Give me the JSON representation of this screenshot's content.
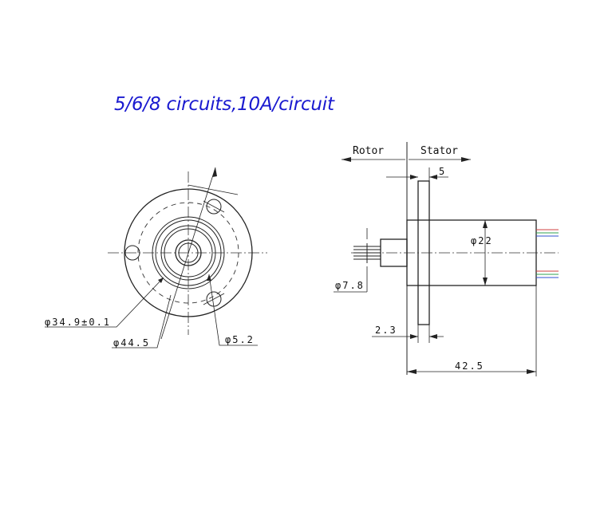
{
  "title": "5/6/8 circuits,10A/circuit",
  "labels": {
    "rotor": "Rotor",
    "stator": "Stator",
    "dim_5": "5",
    "dim_22": "φ22",
    "dim_7_8": "φ7.8",
    "dim_2_3": "2.3",
    "dim_42_5": "42.5",
    "dim_34_9": "φ34.9±0.1",
    "dim_44_5": "φ44.5",
    "dim_5_2": "φ5.2"
  },
  "colors": {
    "title": "#1a1ad0",
    "line": "#222222",
    "wire_red": "#d04040",
    "wire_green": "#30a050",
    "wire_blue": "#3050d0"
  }
}
